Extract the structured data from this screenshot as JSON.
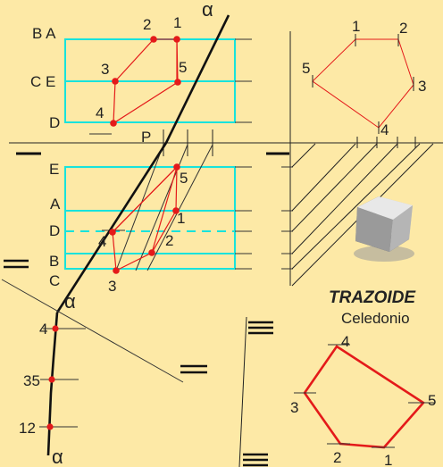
{
  "labels": {
    "alpha_top": "α",
    "alpha_mid": "α",
    "alpha_bottom": "α",
    "P": "P",
    "BA": "B A",
    "CE_top": "C E",
    "D_top": "D",
    "E": "E",
    "A": "A",
    "D_mid": "D",
    "B": "B",
    "C": "C",
    "t1": "1",
    "t2": "2",
    "t3": "3",
    "t4": "4",
    "t5": "5",
    "m1": "1",
    "m2": "2",
    "m3": "3",
    "m4": "4",
    "m5": "5",
    "r1": "1",
    "r2": "2",
    "r3": "3",
    "r4": "4",
    "r5": "5",
    "b1": "1",
    "b2": "2",
    "b3": "3",
    "b4": "4",
    "b5": "5",
    "l4": "4",
    "l35": "35",
    "l12": "12"
  },
  "logo": {
    "name": "TRAZOIDE",
    "subtitle": "Celedonio"
  },
  "colors": {
    "background": "#fde9a6",
    "cyan": "#18e3dc",
    "red": "#e41a1a",
    "line": "#111111"
  }
}
